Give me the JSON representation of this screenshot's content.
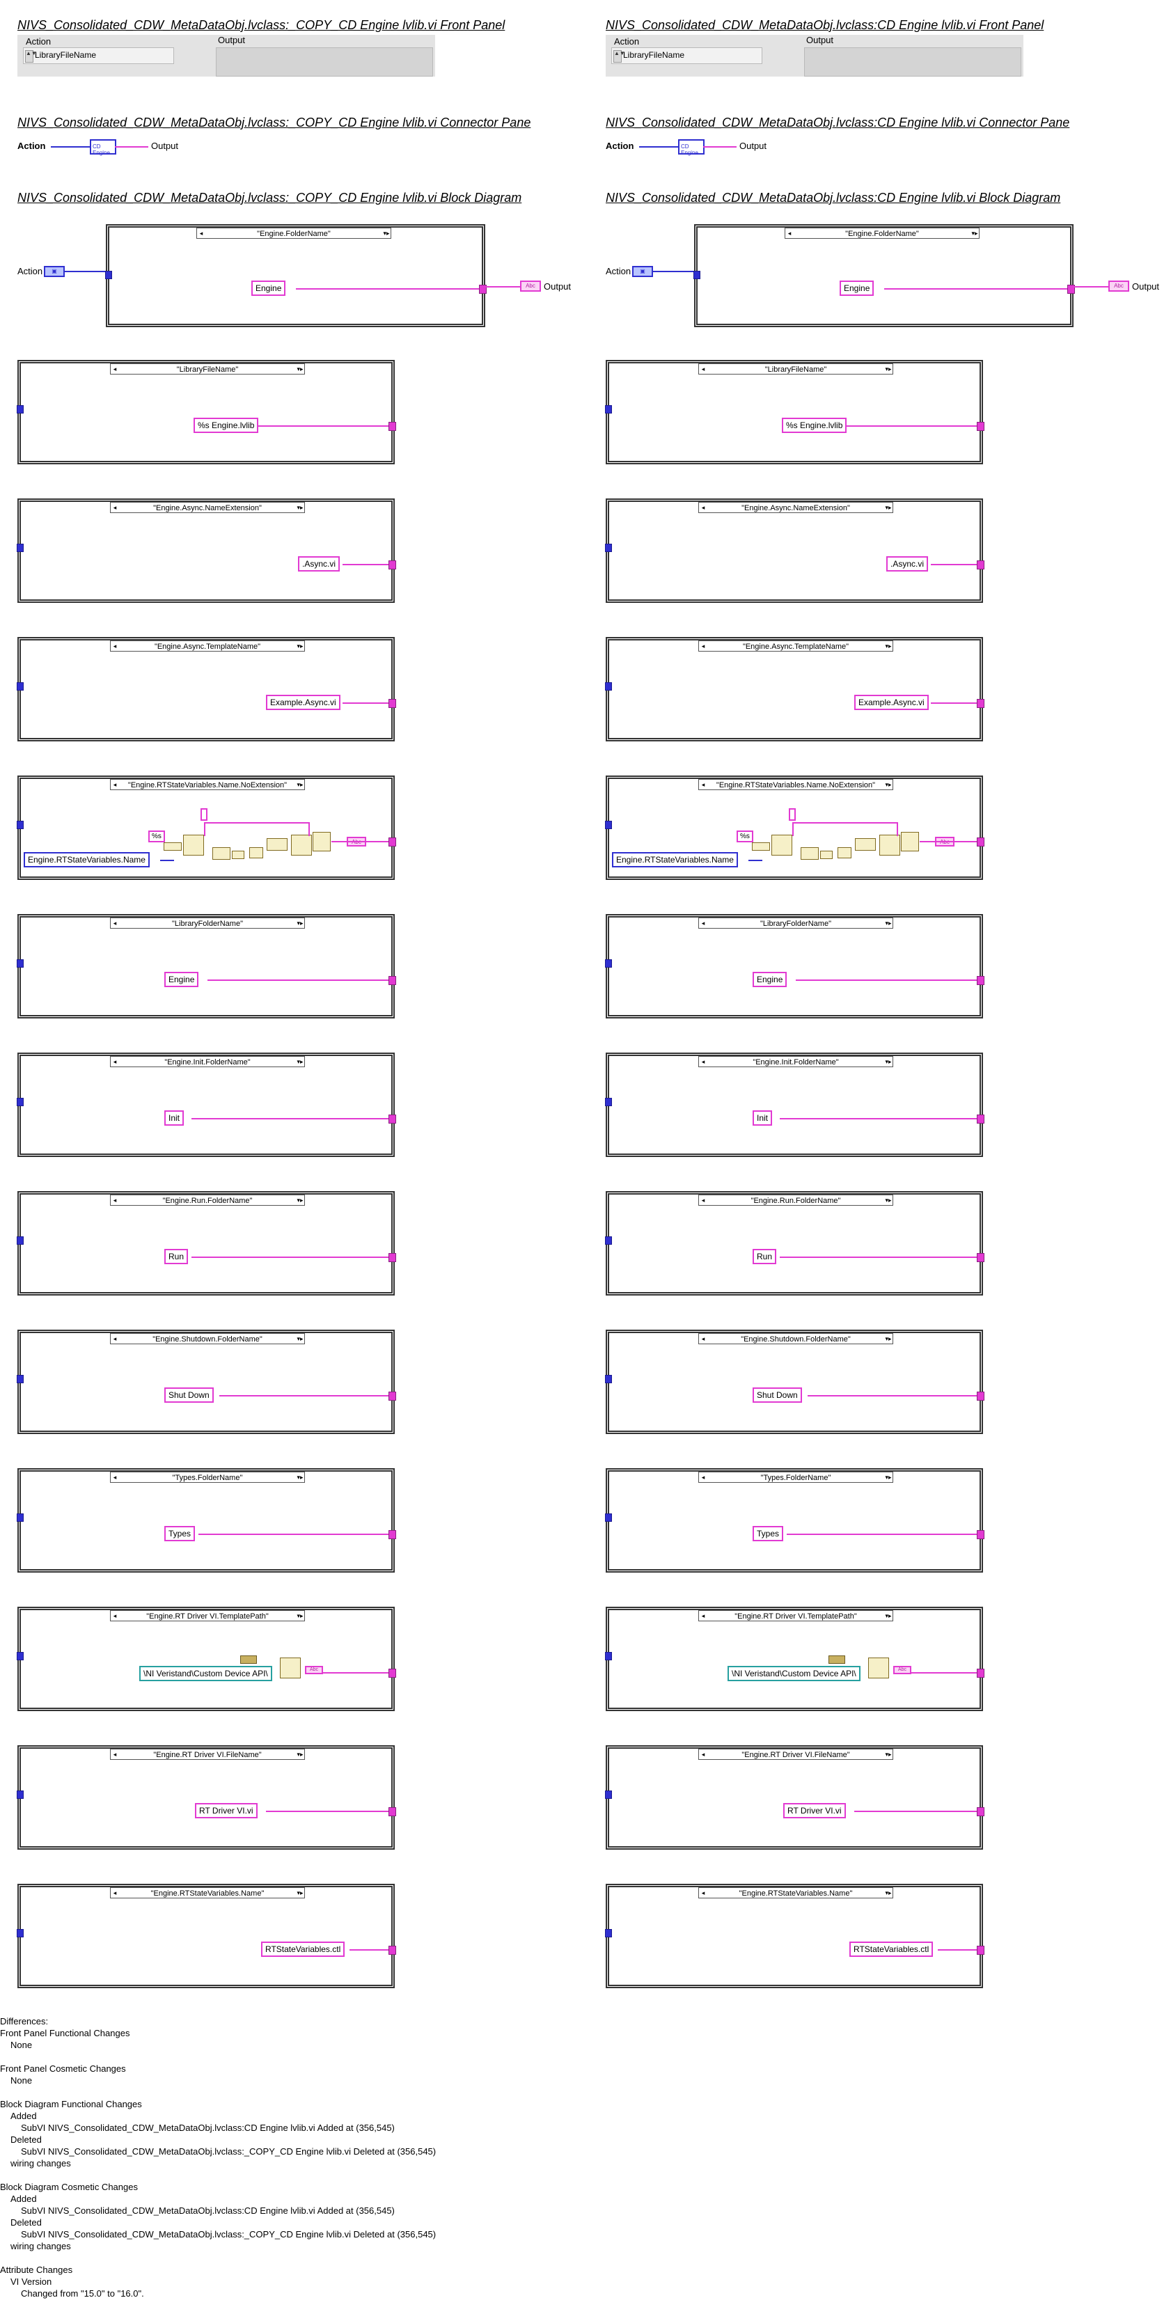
{
  "left": {
    "front_panel_title": "NIVS_Consolidated_CDW_MetaDataObj.lvclass:_COPY_CD Engine lvlib.vi Front Panel",
    "connector_pane_title": "NIVS_Consolidated_CDW_MetaDataObj.lvclass:_COPY_CD Engine lvlib.vi Connector Pane",
    "block_diagram_title": "NIVS_Consolidated_CDW_MetaDataObj.lvclass:_COPY_CD Engine lvlib.vi Block Diagram"
  },
  "right": {
    "front_panel_title": "NIVS_Consolidated_CDW_MetaDataObj.lvclass:CD Engine lvlib.vi Front Panel",
    "connector_pane_title": "NIVS_Consolidated_CDW_MetaDataObj.lvclass:CD Engine lvlib.vi Connector Pane",
    "block_diagram_title": "NIVS_Consolidated_CDW_MetaDataObj.lvclass:CD Engine lvlib.vi Block Diagram"
  },
  "front_panel": {
    "action_label": "Action",
    "action_value": "LibraryFileName",
    "output_label": "Output"
  },
  "connector_pane": {
    "input_label": "Action",
    "icon_text": "CD Engine",
    "output_label": "Output"
  },
  "block_diagram": {
    "action_label": "Action",
    "output_label": "Output",
    "cases": [
      {
        "selector": "\"Engine.FolderName\"",
        "constant": "Engine"
      },
      {
        "selector": "\"LibraryFileName\"",
        "constant": "%s Engine.lvlib"
      },
      {
        "selector": "\"Engine.Async.NameExtension\"",
        "constant": ".Async.vi"
      },
      {
        "selector": "\"Engine.Async.TemplateName\"",
        "constant": "Example.Async.vi"
      },
      {
        "selector": "\"Engine.RTStateVariables.Name.NoExtension\"",
        "constant": "Engine.RTStateVariables.Name",
        "format": "%s"
      },
      {
        "selector": "\"LibraryFolderName\"",
        "constant": "Engine"
      },
      {
        "selector": "\"Engine.Init.FolderName\"",
        "constant": "Init"
      },
      {
        "selector": "\"Engine.Run.FolderName\"",
        "constant": "Run"
      },
      {
        "selector": "\"Engine.Shutdown.FolderName\"",
        "constant": "Shut Down"
      },
      {
        "selector": "\"Types.FolderName\"",
        "constant": "Types"
      },
      {
        "selector": "\"Engine.RT Driver VI.TemplatePath\"",
        "constant": "\\NI Veristand\\Custom Device API\\"
      },
      {
        "selector": "\"Engine.RT Driver VI.FileName\"",
        "constant": "RT Driver VI.vi"
      },
      {
        "selector": "\"Engine.RTStateVariables.Name\"",
        "constant": "RTStateVariables.ctl"
      }
    ]
  },
  "differences": {
    "heading": "Differences:",
    "fp_functional": {
      "title": "Front Panel Functional Changes",
      "value": "None"
    },
    "fp_cosmetic": {
      "title": "Front Panel Cosmetic Changes",
      "value": "None"
    },
    "bd_functional": {
      "title": "Block Diagram Functional Changes",
      "added_label": "Added",
      "added_item": "SubVI NIVS_Consolidated_CDW_MetaDataObj.lvclass:CD Engine lvlib.vi Added at (356,545)",
      "deleted_label": "Deleted",
      "deleted_item": "SubVI NIVS_Consolidated_CDW_MetaDataObj.lvclass:_COPY_CD Engine lvlib.vi Deleted at (356,545)",
      "wiring": "wiring changes"
    },
    "bd_cosmetic": {
      "title": "Block Diagram Cosmetic Changes",
      "added_label": "Added",
      "added_item": "SubVI NIVS_Consolidated_CDW_MetaDataObj.lvclass:CD Engine lvlib.vi Added at (356,545)",
      "deleted_label": "Deleted",
      "deleted_item": "SubVI NIVS_Consolidated_CDW_MetaDataObj.lvclass:_COPY_CD Engine lvlib.vi Deleted at (356,545)",
      "wiring": "wiring changes"
    },
    "attributes": {
      "title": "Attribute Changes",
      "item": "VI Version",
      "change": "Changed from \"15.0\" to \"16.0\"."
    }
  },
  "colors": {
    "string_wire": "#e23ad2",
    "enum_wire": "#2f2fd0",
    "path_wire": "#27a0a0",
    "front_panel_bg": "#e3e3e3"
  }
}
